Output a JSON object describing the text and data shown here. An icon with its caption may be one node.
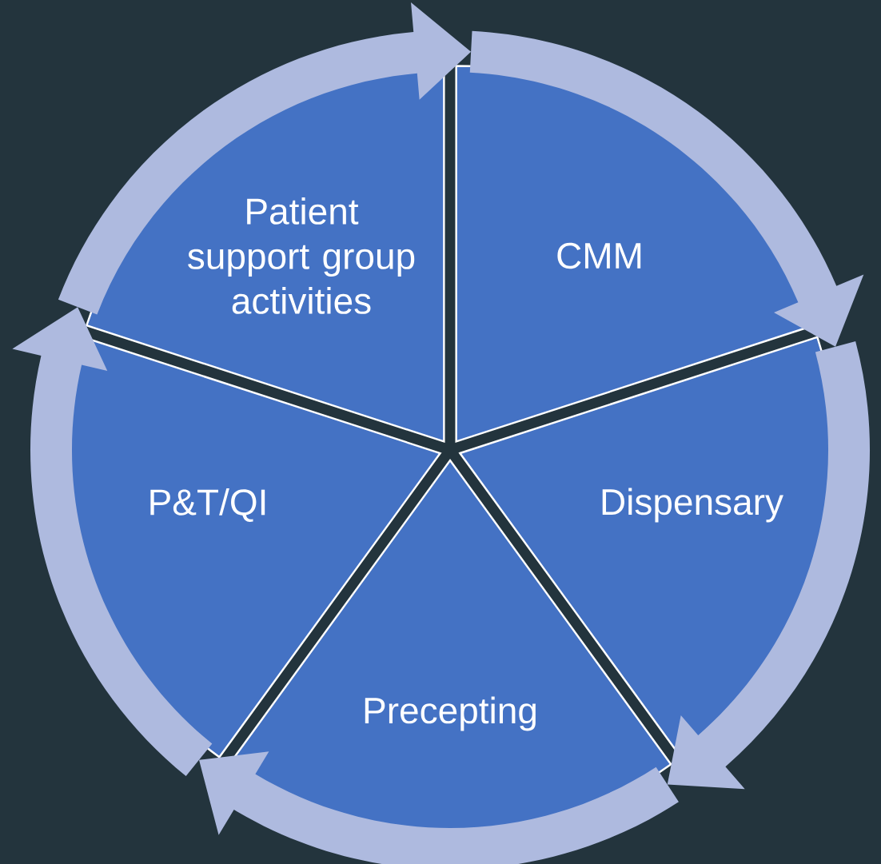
{
  "diagram": {
    "nodes": [
      {
        "text": [
          "Patient support group activities"
        ]
      },
      {
        "text": [
          "CMM"
        ]
      },
      {
        "text": [
          "P&T/QI"
        ]
      },
      {
        "text": [
          "Dispensary"
        ]
      },
      {
        "text": [
          "Precepting"
        ]
      }
    ],
    "edges": [
      {
        "from": 0,
        "to": 1,
        "arrow": "to"
      },
      {
        "from": 1,
        "to": 3,
        "arrow": "to"
      },
      {
        "from": 3,
        "to": 4,
        "arrow": "to"
      },
      {
        "from": 4,
        "to": 2,
        "arrow": "to"
      },
      {
        "from": 2,
        "to": 0,
        "arrow": "to"
      }
    ]
  }
}
